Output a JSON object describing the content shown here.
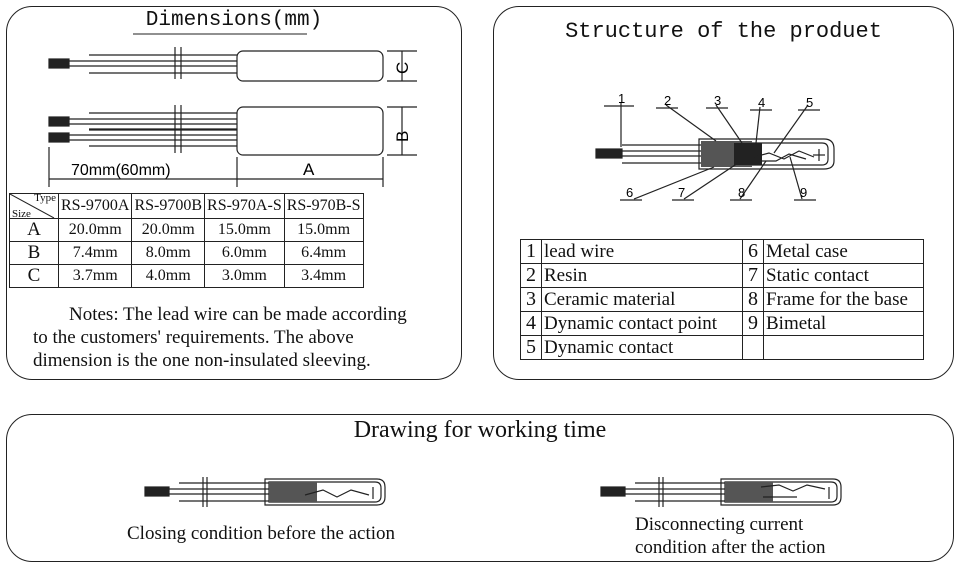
{
  "dimensions": {
    "title": "Dimensions(mm)",
    "label_c": "C",
    "label_b": "B",
    "label_a": "A",
    "length_label": "70mm(60mm)",
    "table": {
      "corner_type": "Type",
      "corner_size": "Size",
      "columns": [
        "RS-9700A",
        "RS-9700B",
        "RS-970A-S",
        "RS-970B-S"
      ],
      "rows": [
        {
          "label": "A",
          "values": [
            "20.0mm",
            "20.0mm",
            "15.0mm",
            "15.0mm"
          ]
        },
        {
          "label": "B",
          "values": [
            "7.4mm",
            "8.0mm",
            "6.0mm",
            "6.4mm"
          ]
        },
        {
          "label": "C",
          "values": [
            "3.7mm",
            "4.0mm",
            "3.0mm",
            "3.4mm"
          ]
        }
      ]
    },
    "notes": [
      "Notes: The lead wire can be made according",
      "to the customers' requirements. The above",
      "dimension is the one non-insulated sleeving."
    ]
  },
  "structure": {
    "title": "Structure of the produet",
    "callouts": [
      "1",
      "2",
      "3",
      "4",
      "5",
      "6",
      "7",
      "8",
      "9"
    ],
    "parts_left": [
      {
        "num": "1",
        "name": "lead wire"
      },
      {
        "num": "2",
        "name": "Resin"
      },
      {
        "num": "3",
        "name": "Ceramic material"
      },
      {
        "num": "4",
        "name": "Dynamic contact point"
      },
      {
        "num": "5",
        "name": "Dynamic contact"
      }
    ],
    "parts_right": [
      {
        "num": "6",
        "name": "Metal case"
      },
      {
        "num": "7",
        "name": "Static contact"
      },
      {
        "num": "8",
        "name": "Frame for the base"
      },
      {
        "num": "9",
        "name": "Bimetal"
      },
      {
        "num": "",
        "name": ""
      }
    ]
  },
  "working_time": {
    "title": "Drawing for working time",
    "closing_caption": "Closing condition before the action",
    "open_caption_1": "Disconnecting current",
    "open_caption_2": "condition after the action"
  }
}
